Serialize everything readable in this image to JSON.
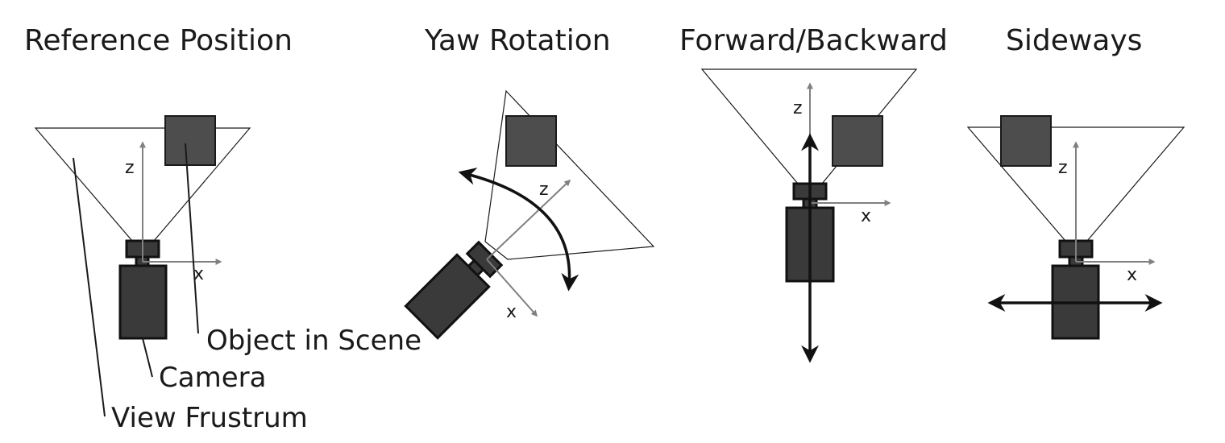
{
  "panels": [
    {
      "title": "Reference Position"
    },
    {
      "title": "Yaw Rotation"
    },
    {
      "title": "Forward/Backward"
    },
    {
      "title": "Sideways"
    }
  ],
  "axes": {
    "x": "x",
    "z": "z"
  },
  "callouts": {
    "object": "Object in Scene",
    "camera": "Camera",
    "frustum": "View Frustrum"
  },
  "colors": {
    "object_fill": "#4d4d4d",
    "camera_fill": "#3a3a3a",
    "axis": "#808080",
    "stroke": "#1a1a1a"
  }
}
